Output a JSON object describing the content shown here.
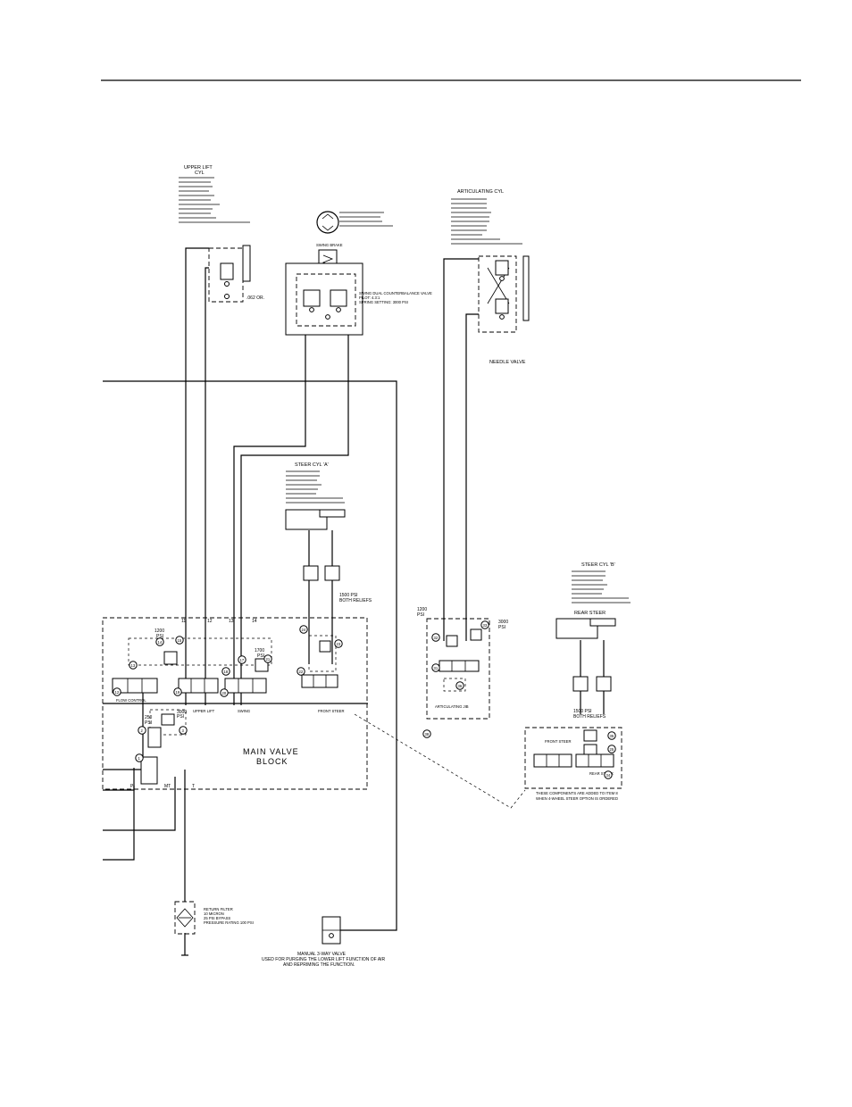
{
  "diagram": {
    "block_title_line1": "MAIN VALVE",
    "block_title_line2": "BLOCK",
    "upper_lift_cyl_title": "UPPER LIFT",
    "upper_lift_cyl_title2": "CYL",
    "articulating_cyl_title": "ARTICULATING CYL",
    "steer_cyl_title": "STEER CYL 'A'",
    "steer_cyl2_title": "STEER CYL 'B'",
    "rear_steer": "REAR STEER",
    "swing_brake": "SWING BRAKE",
    "needle_valve": "NEEDLE VALVE",
    "dual_cb_valve_line1": "SWING DUAL COUNTERBALANCE VALVE",
    "dual_cb_valve_line2": "PILOT: 4.3:1",
    "dual_cb_valve_line3": "SPRING SETTING: 3000 PSI",
    "orifice_label": ".062 OR.",
    "psi_1200": "1200",
    "psi_1700": "1700",
    "psi_3000": "3000",
    "psi_250": "250",
    "psi_unit": "PSI",
    "psi_1500_relief": "1500 PSI",
    "both_reliefs": "BOTH RELIEFS",
    "flow_control": "FLOW\nCONTROL",
    "upper_lift": "UPPER\nLIFT",
    "swing": "SWING",
    "front_steer": "FRONT\nSTEER",
    "port_labels": [
      "11",
      "12",
      "13",
      "14"
    ],
    "port_p": "P",
    "port_mt": "MT",
    "port_t": "T",
    "return_filter_lines": [
      "RETURN FILTER",
      "10 MICRON",
      "25 PSI BYPASS",
      "PRESSURE RATING 100 PSI"
    ],
    "manual_valve_line1": "MANUAL 3-WAY VALVE",
    "manual_valve_line2": "USED FOR PURGING THE LOWER LIFT FUNCTION OF AIR",
    "manual_valve_line3": "AND REPRIMING THE FUNCTION.",
    "added_components_line1": "THESE COMPONENTS ARE ADDED TO ITEM 8",
    "added_components_line2": "WHEN 4-WHEEL STEER OPTION IS ORDERED",
    "rear_steer_block": "REAR STEER",
    "articulating_block": "ARTICULATING JIB",
    "callout_numbers": [
      "1",
      "2",
      "3",
      "13",
      "14",
      "15",
      "16",
      "17",
      "18",
      "19",
      "20",
      "21",
      "22",
      "23",
      "24",
      "25",
      "31",
      "32",
      "33",
      "34",
      "35",
      "36",
      "38"
    ]
  }
}
